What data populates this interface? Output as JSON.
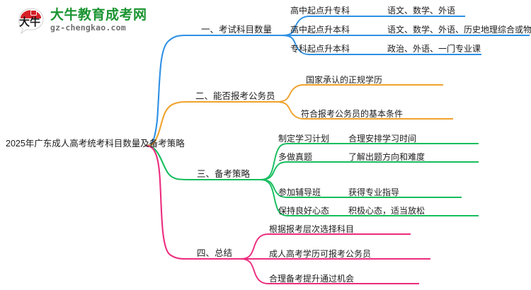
{
  "logo": {
    "mark_text": "大牛",
    "title": "大牛教育成考网",
    "subtitle": "gz-chengkao.com",
    "brand_green": "#1a9431",
    "brand_red": "#d62027"
  },
  "mindmap": {
    "root": {
      "label": "2025年广东成人高考统考科目数量及备考策略"
    },
    "branches": [
      {
        "label": "一、考试科目数量",
        "color": "#2e90e5",
        "children": [
          {
            "label": "高中起点升专科",
            "detail": "语文、数学、外语"
          },
          {
            "label": "高中起点升本科",
            "detail": "语文、数学、外语、历史地理综合或物理化学综合"
          },
          {
            "label": "专科起点升本科",
            "detail": "政治、外语、一门专业课"
          }
        ]
      },
      {
        "label": "二、能否报考公务员",
        "color": "#f0a22b",
        "children": [
          {
            "label": "国家承认的正规学历",
            "detail": ""
          },
          {
            "label": "符合报考公务员的基本条件",
            "detail": ""
          }
        ]
      },
      {
        "label": "三、备考策略",
        "color": "#17bd5e",
        "children": [
          {
            "label": "制定学习计划",
            "detail": "合理安排学习时间"
          },
          {
            "label": "多做真题",
            "detail": "了解出题方向和难度"
          },
          {
            "label": "参加辅导班",
            "detail": "获得专业指导"
          },
          {
            "label": "保持良好心态",
            "detail": "积极心态，适当放松"
          }
        ]
      },
      {
        "label": "四、总结",
        "color": "#ec2d7e",
        "children": [
          {
            "label": "根据报考层次选择科目",
            "detail": ""
          },
          {
            "label": "成人高考学历可报考公务员",
            "detail": ""
          },
          {
            "label": "合理备考提升通过机会",
            "detail": ""
          }
        ]
      }
    ]
  }
}
